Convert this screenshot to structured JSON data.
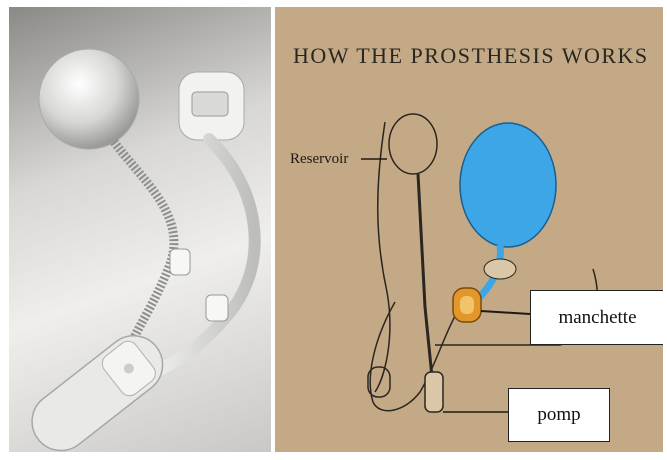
{
  "illustration": {
    "title": "HOW THE PROSTHESIS WORKS",
    "reservoir_label": "Reservoir",
    "callouts": {
      "manchette": "manchette",
      "pomp": "pomp"
    }
  },
  "colors": {
    "illustration_background": "#c4a987",
    "bladder": "#3da6e6",
    "cuff": "#e3962a"
  }
}
